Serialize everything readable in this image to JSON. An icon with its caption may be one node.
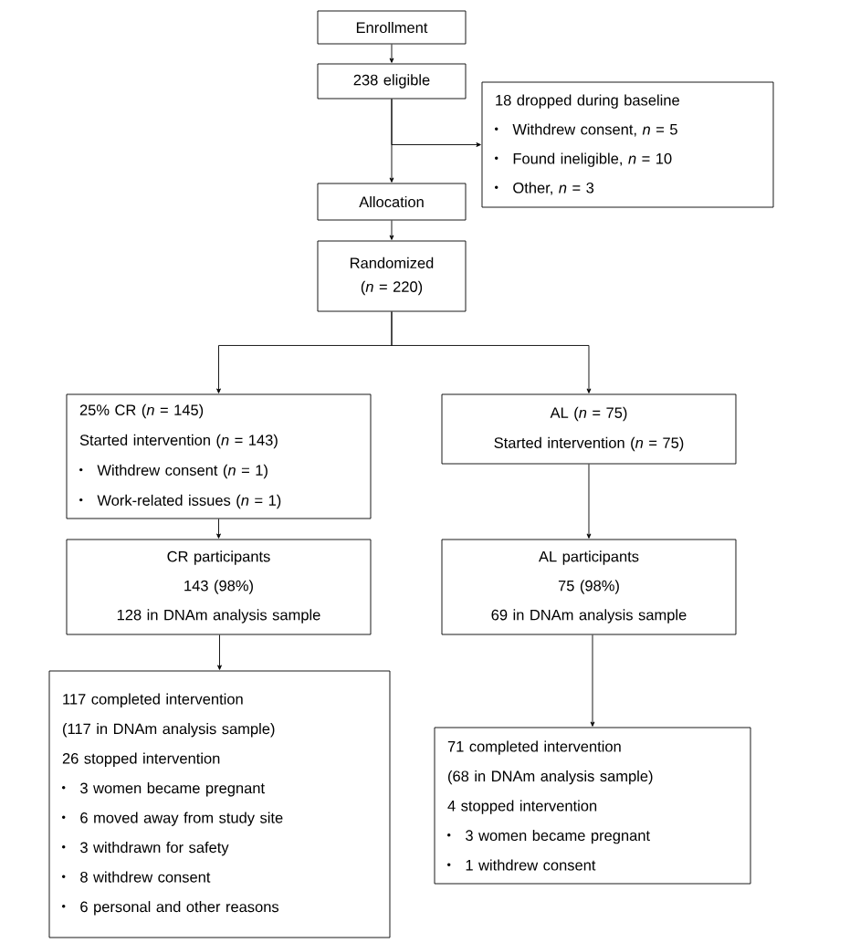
{
  "diagram": {
    "nodes": [
      {
        "text": [
          "Enrollment"
        ]
      },
      {
        "text": [
          "238 eligible"
        ]
      },
      {
        "text": [
          "18 dropped during baseline",
          "Withdrew consent, *n* = 5",
          "Found ineligible, *n* = 10",
          "Other, *n* = 3"
        ]
      },
      {
        "text": [
          "Allocation"
        ]
      },
      {
        "text": [
          "Randomized (*n* = 220)"
        ]
      },
      {
        "text": [
          "25% CR (*n* = 145)",
          "Started intervention (*n* = 143)",
          "Withdrew consent (*n* = 1)",
          "Work-related issues (*n* = 1)"
        ]
      },
      {
        "text": [
          "AL (*n* = 75)",
          "Started intervention (*n* = 75)"
        ]
      },
      {
        "text": [
          "CR participants",
          "143 (98%)",
          "128 in DNAm analysis sample"
        ]
      },
      {
        "text": [
          "AL participants",
          "75 (98%)",
          "69 in DNAm analysis sample"
        ]
      },
      {
        "text": [
          "117 completed intervention",
          "(117 in DNAm analysis sample)",
          "26 stopped intervention",
          "3 women became pregnant",
          "6 moved away from study site",
          "3 withdrawn for safety",
          "8 withdrew consent",
          "6 personal and other reasons"
        ]
      },
      {
        "text": [
          "71 completed intervention",
          "(68 in DNAm analysis sample)",
          "4 stopped intervention",
          "3 women became pregnant",
          "1 withdrew consent"
        ]
      }
    ],
    "edges": [
      {
        "from": 0,
        "to": 1,
        "arrow": "to"
      },
      {
        "from": 1,
        "to": 3,
        "arrow": "to"
      },
      {
        "from": 1,
        "to": 2,
        "arrow": "to"
      },
      {
        "from": 3,
        "to": 4,
        "arrow": "to"
      },
      {
        "from": 4,
        "to": 5,
        "arrow": "to"
      },
      {
        "from": 4,
        "to": 6,
        "arrow": "to"
      },
      {
        "from": 5,
        "to": 7,
        "arrow": "to"
      },
      {
        "from": 6,
        "to": 8,
        "arrow": "to"
      },
      {
        "from": 7,
        "to": 9,
        "arrow": "to"
      },
      {
        "from": 8,
        "to": 10,
        "arrow": "to"
      }
    ]
  }
}
